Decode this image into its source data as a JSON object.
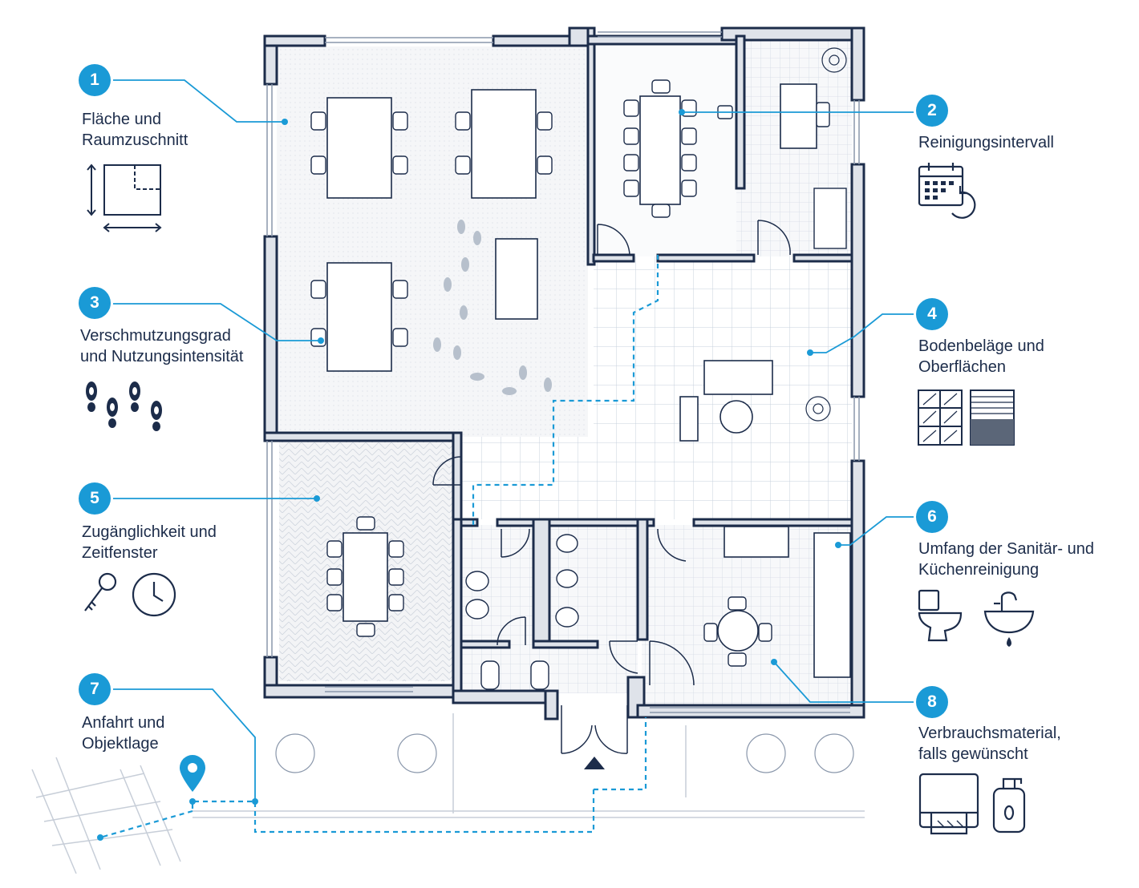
{
  "colors": {
    "accent": "#1a9ad6",
    "wall": "#1c2c4a",
    "line": "#8a97ab"
  },
  "items": [
    {
      "number": "1",
      "lines": [
        "Fläche und",
        "Raumzuschnitt"
      ],
      "icon": "area-dimensions-icon"
    },
    {
      "number": "2",
      "lines": [
        "Reinigungsintervall"
      ],
      "icon": "calendar-refresh-icon"
    },
    {
      "number": "3",
      "lines": [
        "Verschmutzungsgrad",
        "und Nutzungsintensität"
      ],
      "icon": "footprints-icon"
    },
    {
      "number": "4",
      "lines": [
        "Bodenbeläge und",
        "Oberflächen"
      ],
      "icon": "floor-tiles-icon"
    },
    {
      "number": "5",
      "lines": [
        "Zugänglichkeit und",
        "Zeitfenster"
      ],
      "icon": "key-clock-icon"
    },
    {
      "number": "6",
      "lines": [
        "Umfang der Sanitär- und",
        "Küchenreinigung"
      ],
      "icon": "toilet-sink-icon"
    },
    {
      "number": "7",
      "lines": [
        "Anfahrt und",
        "Objektlage"
      ],
      "icon": "map-pin-icon"
    },
    {
      "number": "8",
      "lines": [
        "Verbrauchsmaterial,",
        "falls gewünscht"
      ],
      "icon": "dispenser-icon"
    }
  ]
}
